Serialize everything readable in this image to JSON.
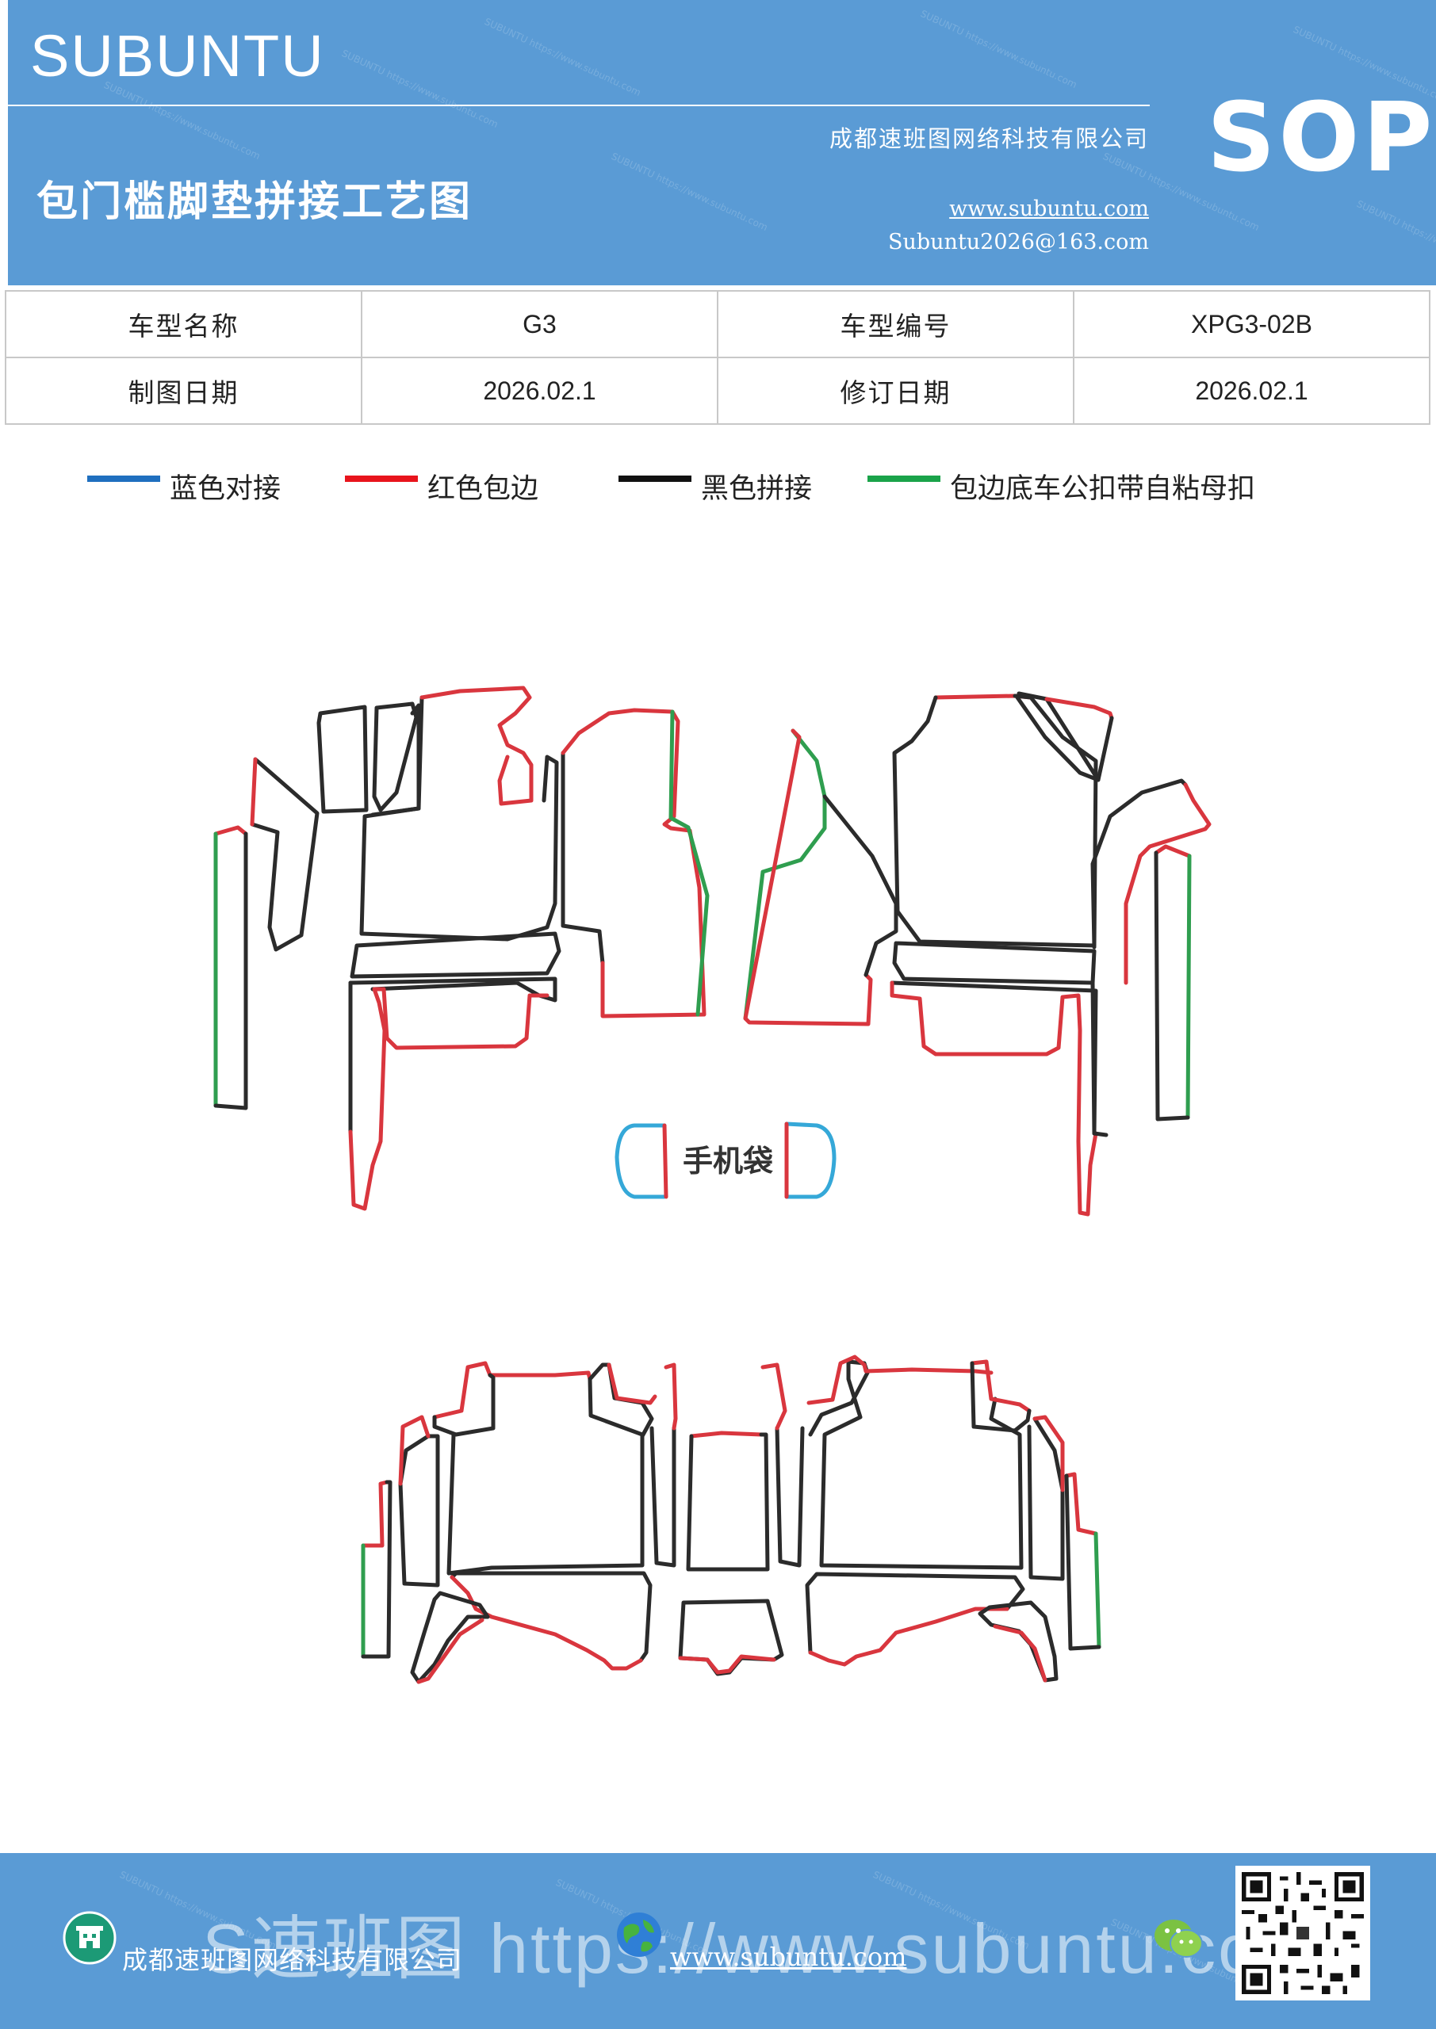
{
  "header": {
    "brand": "SUBUNTU",
    "company": "成都速班图网络科技有限公司",
    "title": "包门槛脚垫拼接工艺图",
    "url": "www.subuntu.com",
    "email": "Subuntu2026@163.com",
    "badge": "SOP"
  },
  "info": {
    "model_name_label": "车型名称",
    "model_name_value": "G3",
    "model_code_label": "车型编号",
    "model_code_value": "XPG3-02B",
    "draw_date_label": "制图日期",
    "draw_date_value": "2026.02.1",
    "revise_date_label": "修订日期",
    "revise_date_value": "2026.02.1"
  },
  "legend": [
    {
      "label": "蓝色对接",
      "color": "#1f6fbf"
    },
    {
      "label": "红色包边",
      "color": "#e8141c"
    },
    {
      "label": "黑色拼接",
      "color": "#111111"
    },
    {
      "label": "包边底车公扣带自粘母扣",
      "color": "#1aa34a"
    }
  ],
  "diagram": {
    "phone_pocket_label": "手机袋",
    "colors": {
      "black": "#2b2b2b",
      "red": "#d9363e",
      "green": "#2f9e4f",
      "blue": "#35a8d8"
    }
  },
  "footer": {
    "ghost_text": "S速班图 https://www.subuntu.com",
    "company": "成都速班图网络科技有限公司",
    "url": "www.subuntu.com"
  },
  "icons": {
    "footer_left": "building-icon",
    "footer_mid": "globe-icon",
    "footer_right": "wechat-icon",
    "qr": "qr-code-icon"
  }
}
